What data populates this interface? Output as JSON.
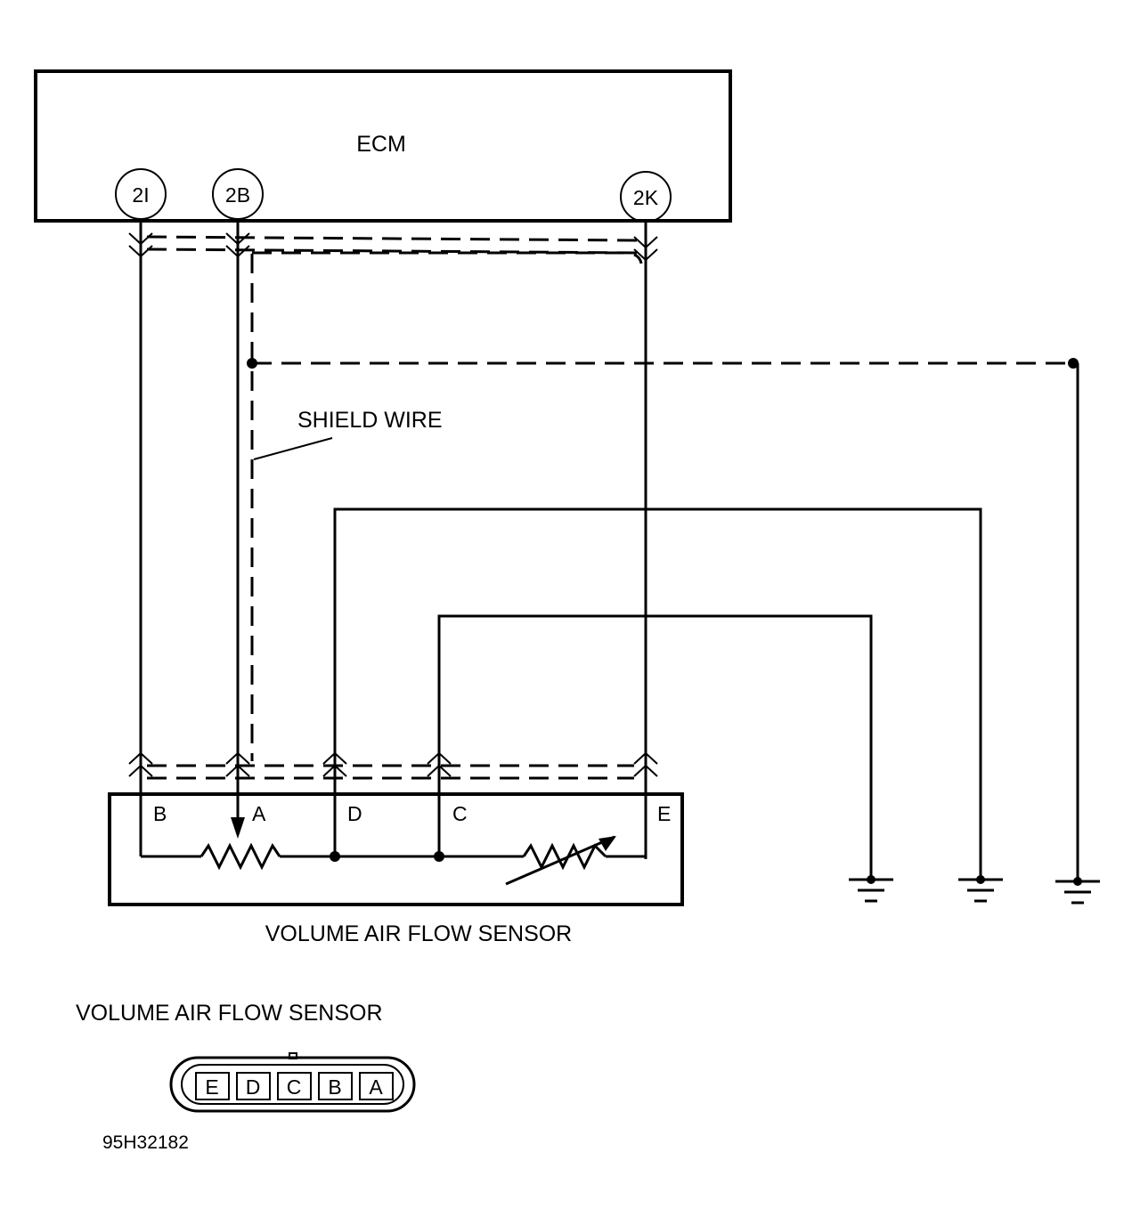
{
  "ecm": {
    "label": "ECM",
    "terminals": [
      "2I",
      "2B",
      "2K"
    ]
  },
  "sensor": {
    "label": "VOLUME AIR FLOW SENSOR",
    "pins": [
      "B",
      "A",
      "D",
      "C",
      "E"
    ]
  },
  "shield_wire_label": "SHIELD WIRE",
  "connector": {
    "title": "VOLUME AIR FLOW SENSOR",
    "cavities": [
      "E",
      "D",
      "C",
      "B",
      "A"
    ]
  },
  "figure_id": "95H32182"
}
